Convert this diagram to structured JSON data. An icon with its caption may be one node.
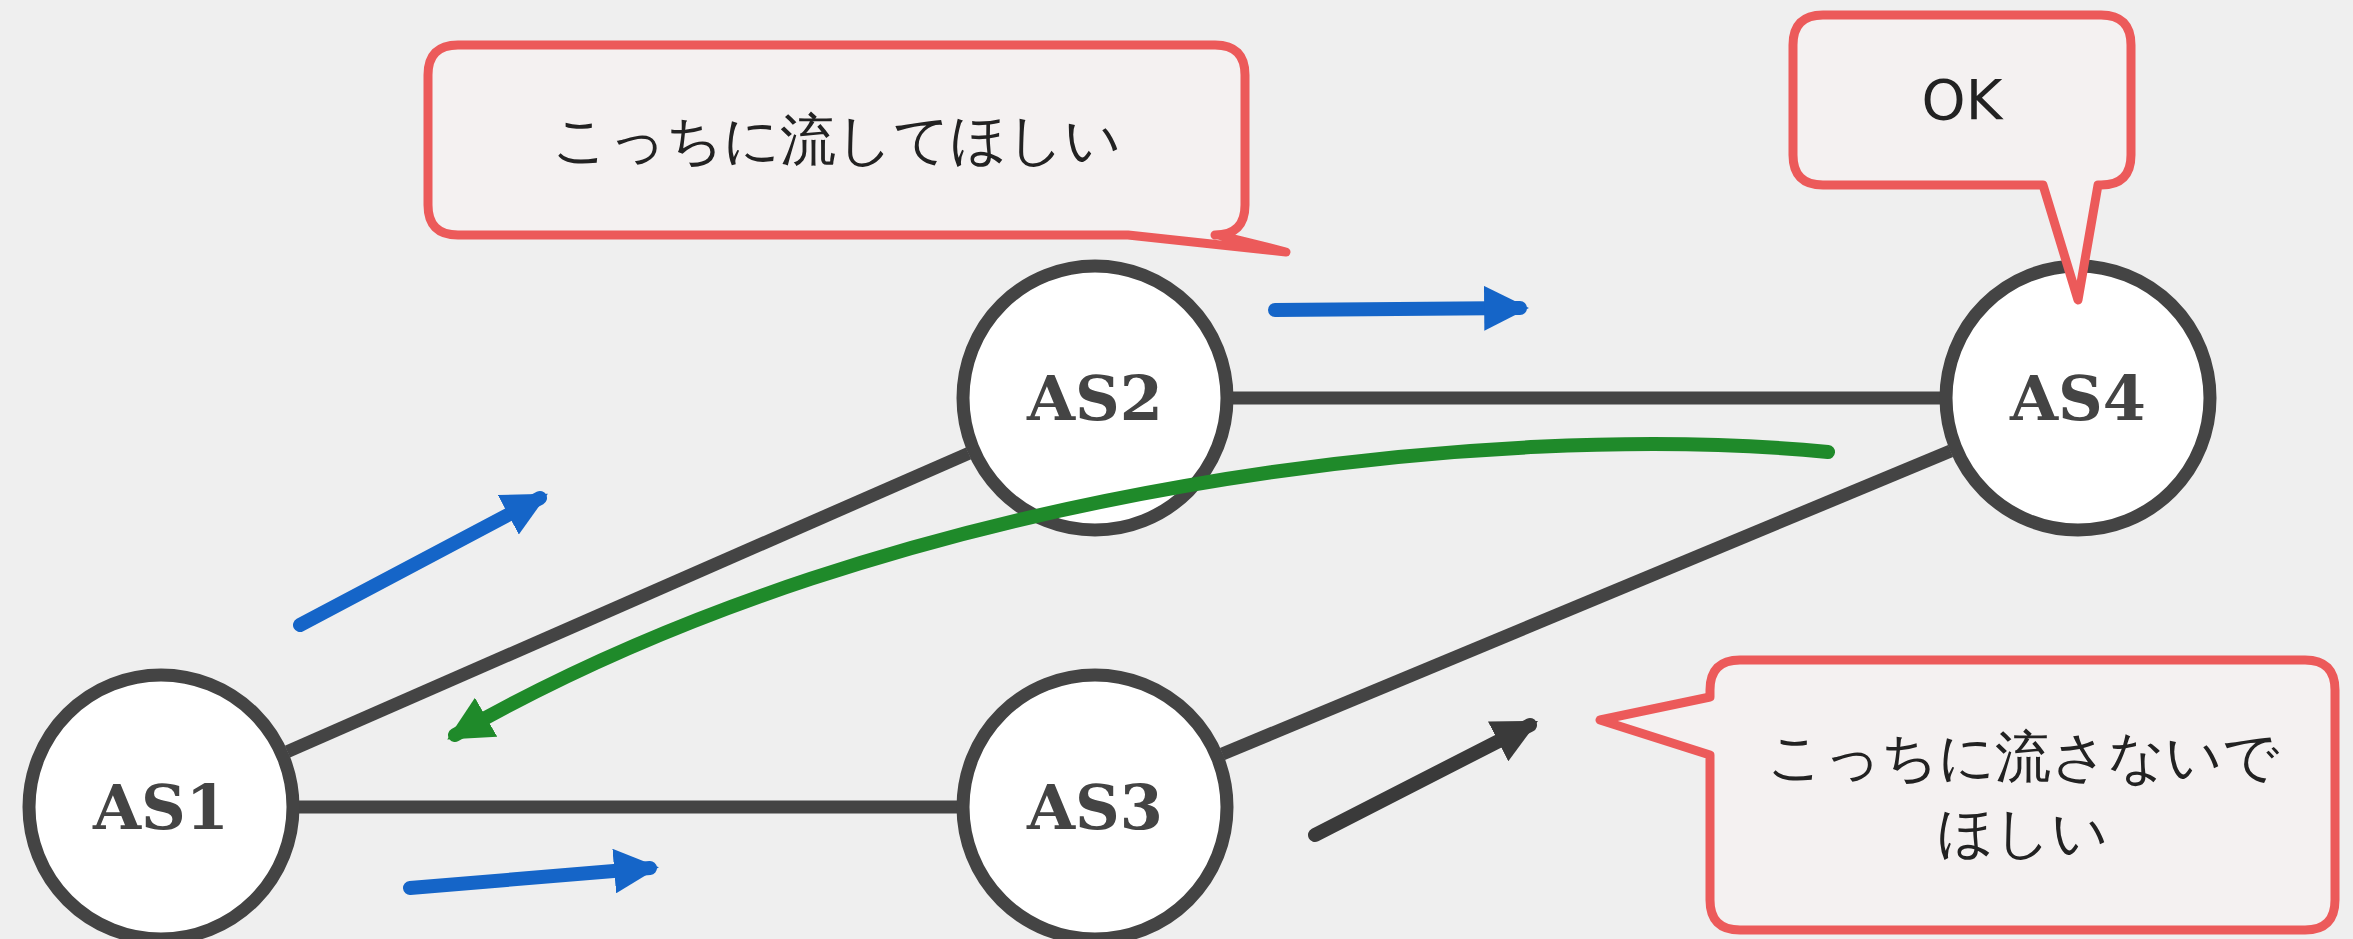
{
  "diagram": {
    "nodes": [
      {
        "text": [
          "こっちに流してほしい"
        ]
      },
      {
        "text": [
          "OK"
        ]
      },
      {
        "text": [
          "AS2"
        ]
      },
      {
        "text": [
          "AS4"
        ]
      },
      {
        "text": [
          "AS1"
        ]
      },
      {
        "text": [
          "AS3"
        ]
      },
      {
        "text": [
          "こっちに流さないでほしい"
        ]
      }
    ],
    "edges": [
      {
        "from": 4,
        "to": 2,
        "arrow": "none"
      },
      {
        "from": 4,
        "to": 5,
        "arrow": "none"
      },
      {
        "from": 2,
        "to": 3,
        "arrow": "none"
      },
      {
        "from": 5,
        "to": 3,
        "arrow": "none"
      }
    ]
  }
}
